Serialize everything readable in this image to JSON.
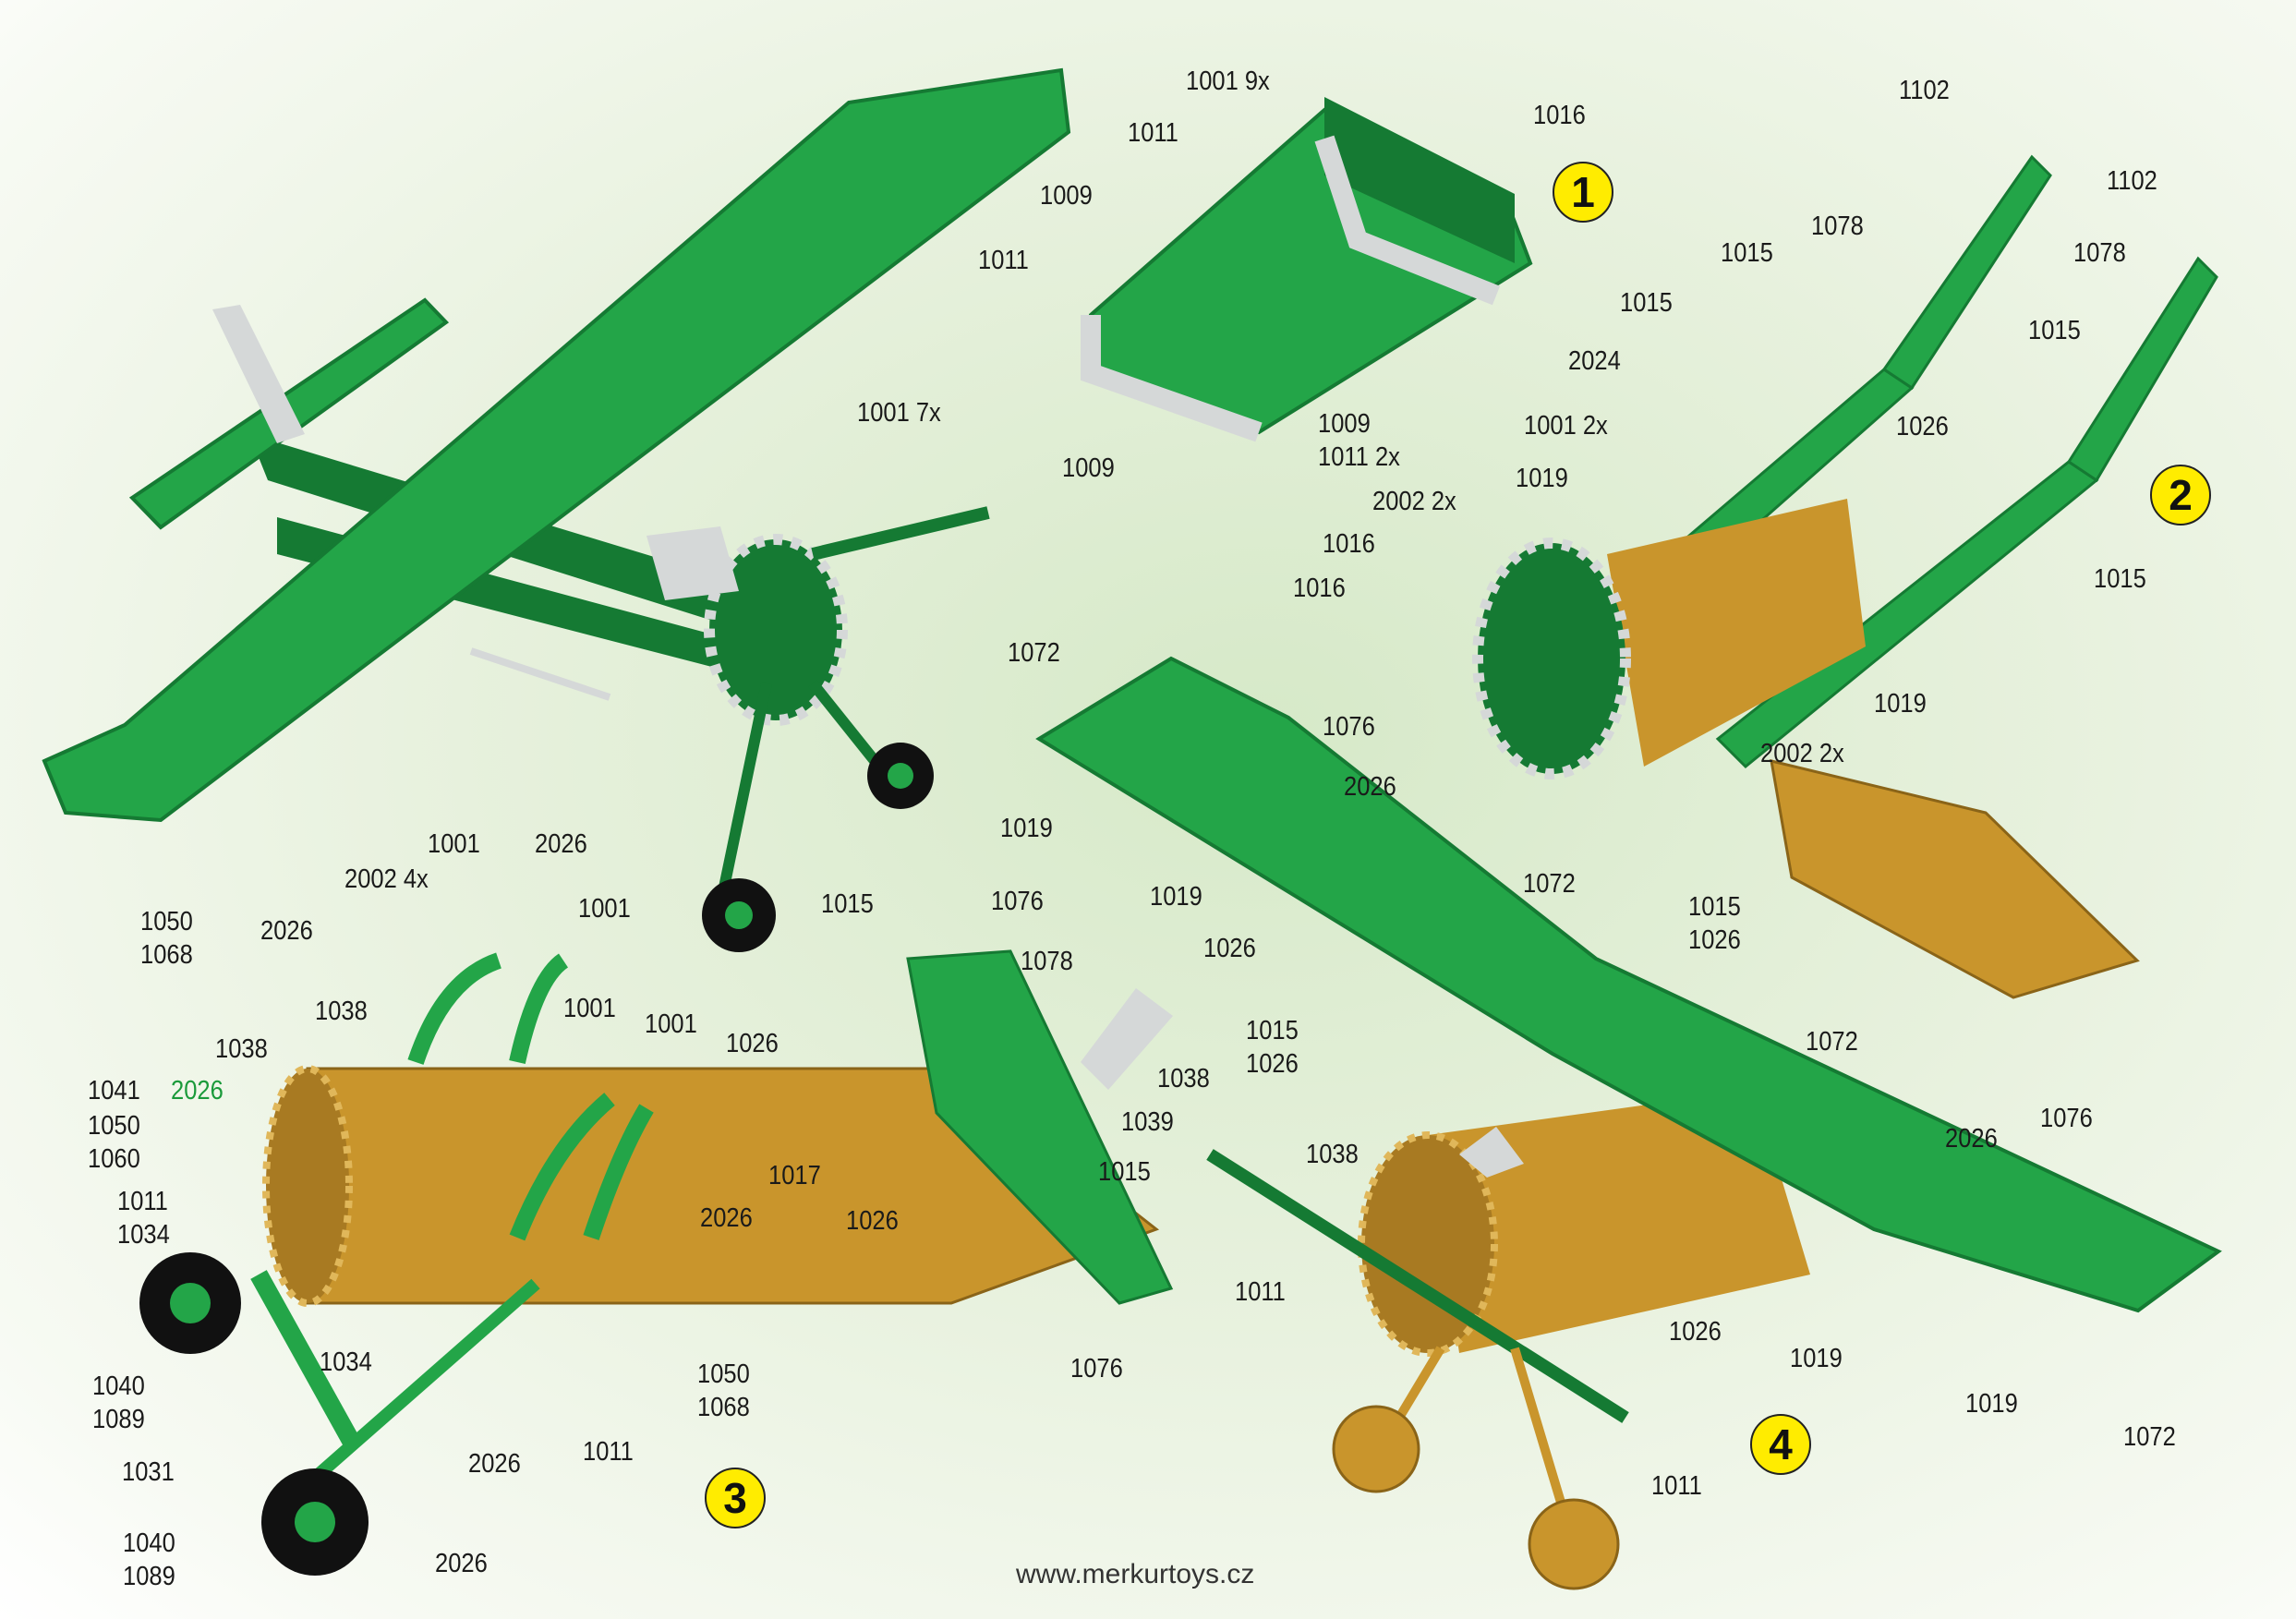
{
  "colors": {
    "green": "#23a548",
    "dark_green": "#157a33",
    "gold": "#c9952c",
    "silver": "#d5d8d8",
    "badge": "#ffec00"
  },
  "step1": {
    "badge": "1",
    "labels": [
      "1001 9x",
      "1016",
      "1011",
      "1009",
      "1011",
      "1001 7x",
      "1009",
      "1009\n1011 2x"
    ]
  },
  "step2": {
    "badge": "2",
    "labels": [
      "1102",
      "1078",
      "1102",
      "1078",
      "1015",
      "1015",
      "1015",
      "2024",
      "1026",
      "1001 2x",
      "1019",
      "2002 2x",
      "1016",
      "1016",
      "1015",
      "1019",
      "2002 2x"
    ]
  },
  "step3": {
    "badge": "3",
    "labels": [
      "1001",
      "2026",
      "2002 4x",
      "1001",
      "1050\n1068",
      "2026",
      "1038",
      "1001",
      "1001",
      "1038",
      "1041",
      "2026",
      "1050\n1060",
      "1011\n1034",
      "2026",
      "1034",
      "1040\n1089",
      "1031",
      "2026",
      "1011",
      "1050\n1068",
      "1040\n1089",
      "2026",
      "1015",
      "1076",
      "1078",
      "1026",
      "1038",
      "1039",
      "1017",
      "1015",
      "1026",
      "1076"
    ]
  },
  "step4": {
    "badge": "4",
    "labels": [
      "1072",
      "1076",
      "2026",
      "1019",
      "1019",
      "1072",
      "1015\n1026",
      "1026",
      "1015\n1026",
      "1072",
      "1038",
      "2026",
      "1076",
      "1011",
      "1026",
      "1019",
      "1019",
      "1072",
      "1011"
    ]
  },
  "footer": {
    "url": "www.merkurtoys.cz"
  }
}
